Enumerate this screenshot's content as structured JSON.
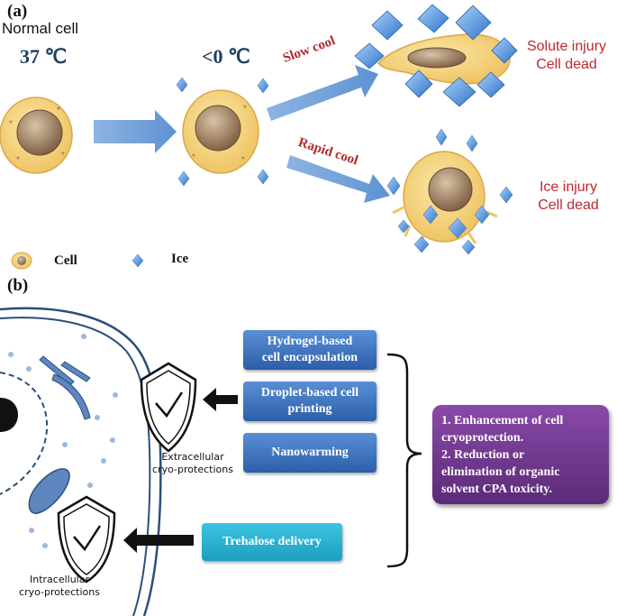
{
  "panel_a": {
    "label": "(a)",
    "normal_cell_label": "Normal cell",
    "temp_start": "37 ℃",
    "temp_cold": "<0 ℃",
    "slow_cool_label": "Slow cool",
    "rapid_cool_label": "Rapid cool",
    "slow_result": [
      "Solute injury",
      "Cell dead"
    ],
    "rapid_result": [
      "Ice injury",
      "Cell dead"
    ],
    "legend": {
      "cell": "Cell",
      "ice": "Ice"
    },
    "colors": {
      "arrow": "#6f9fd8",
      "ice": "#3b84d6",
      "cell": "#f4d27a",
      "nucleus": "#a88a6a",
      "result_text": "#c0282e"
    }
  },
  "panel_b": {
    "label": "(b)",
    "methods": [
      {
        "lines": [
          "Hydrogel-based",
          "cell encapsulation"
        ]
      },
      {
        "lines": [
          "Droplet-based cell",
          "printing"
        ]
      },
      {
        "lines": [
          "Nanowarming"
        ]
      }
    ],
    "trehalose": "Trehalose delivery",
    "extracellular_caption": [
      "Extracellular",
      "cryo-protections"
    ],
    "intracellular_caption": [
      "Intracellular",
      "cryo-protections"
    ],
    "summary_lines": [
      "1. Enhancement of cell",
      "cryoprotection.",
      "2. Reduction or",
      "elimination of organic",
      "solvent CPA toxicity."
    ],
    "colors": {
      "method_box": "#3f73c0",
      "trehalose_box": "#2fb3d3",
      "summary_box": "#6d3890",
      "cell_outline": "#2a4f7a"
    }
  }
}
